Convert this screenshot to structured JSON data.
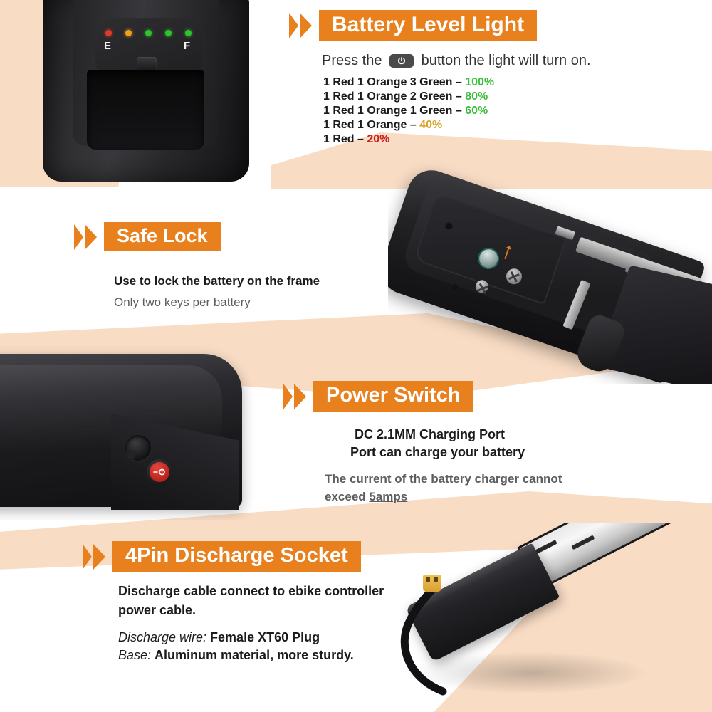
{
  "colors": {
    "accent_orange": "#E8801E",
    "peach_band": "#F8DCC4",
    "green_pct": "#3BBF3B",
    "amber_pct": "#D9A52C",
    "red_pct": "#C62020",
    "body_text": "#1B1B1B",
    "muted_text": "#5D5D5D"
  },
  "sections": {
    "battery_level": {
      "heading": "Battery Level Light",
      "instruction_before": "Press the",
      "instruction_after": "button the light will turn on.",
      "button_icon": "power-button-icon",
      "levels": [
        {
          "leds": "1 Red 1 Orange 3 Green",
          "dash": "–",
          "percent": "100%",
          "tone": "green"
        },
        {
          "leds": "1 Red 1 Orange 2 Green",
          "dash": "–",
          "percent": "80%",
          "tone": "green"
        },
        {
          "leds": "1 Red 1 Orange 1 Green",
          "dash": "–",
          "percent": "60%",
          "tone": "green"
        },
        {
          "leds": "1 Red 1 Orange",
          "dash": "–",
          "percent": "40%",
          "tone": "amber"
        },
        {
          "leds": "1 Red",
          "dash": "–",
          "percent": "20%",
          "tone": "red"
        }
      ],
      "photo": {
        "led_labels": {
          "empty": "E",
          "full": "F"
        },
        "led_colors": [
          "#E03A28",
          "#F2A01C",
          "#2EC42E",
          "#2EC42E",
          "#2EC42E"
        ]
      }
    },
    "safe_lock": {
      "heading": "Safe Lock",
      "line1": "Use to lock the battery on the frame",
      "line2": "Only two keys per battery"
    },
    "power_switch": {
      "heading": "Power Switch",
      "line1": "DC 2.1MM Charging Port",
      "line2": "Port can charge your battery",
      "line3a": "The current of the battery charger cannot",
      "line3b": "exceed ",
      "line3c": "5amps"
    },
    "discharge_socket": {
      "heading": "4Pin Discharge Socket",
      "line1": "Discharge cable connect to ebike controller",
      "line2": "power cable.",
      "spec1_label": "Discharge wire:",
      "spec1_value": "Female XT60 Plug",
      "spec2_label": "Base:",
      "spec2_value": "Aluminum material, more sturdy."
    }
  }
}
